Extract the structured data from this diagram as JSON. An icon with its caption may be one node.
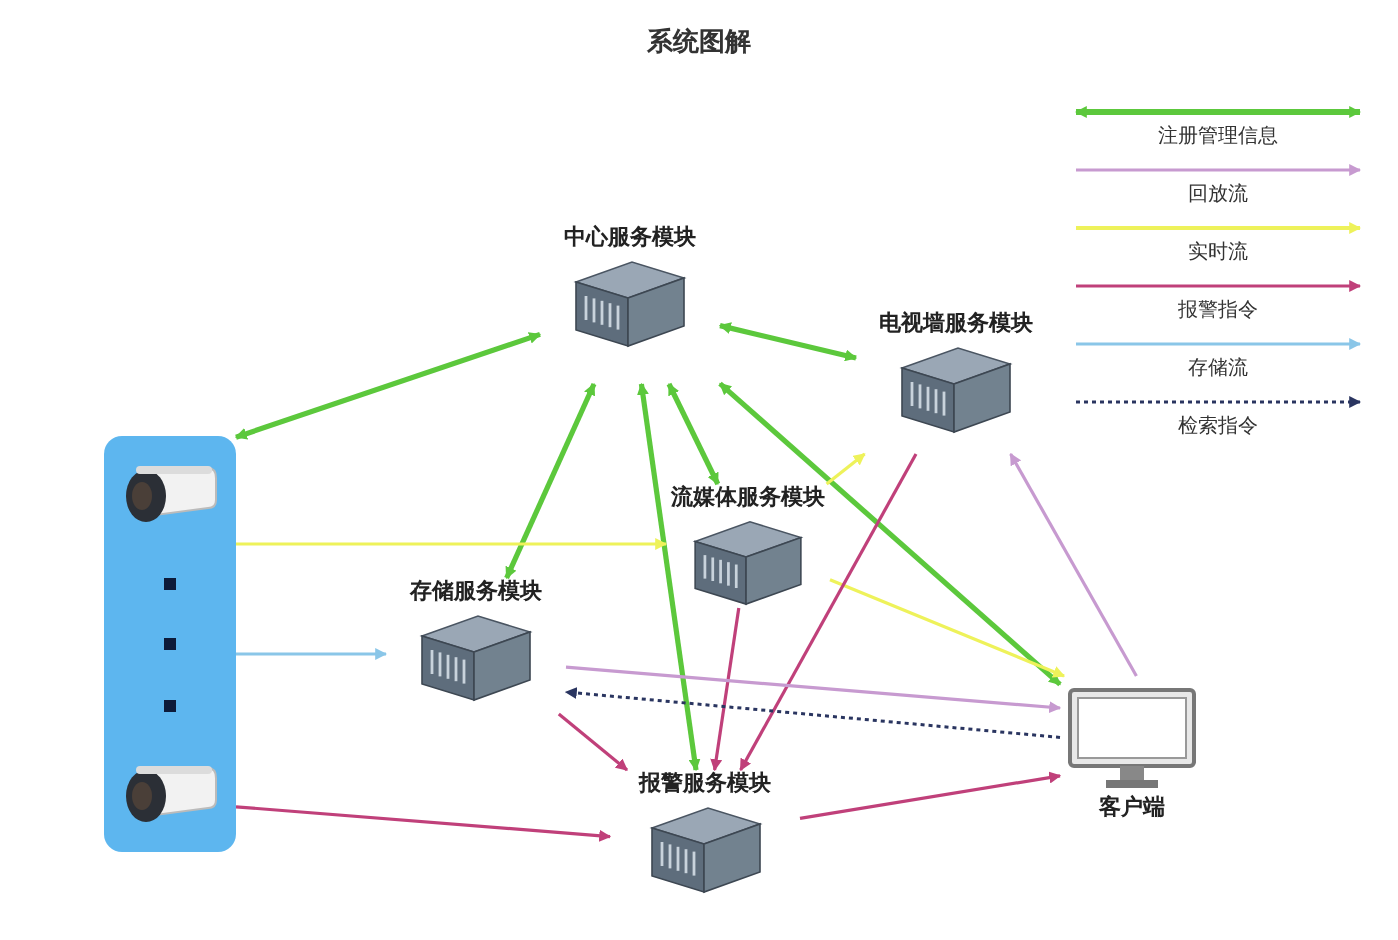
{
  "diagram": {
    "title": "系统图解",
    "nodes": [
      {
        "text": [],
        "shape": "box"
      },
      {
        "text": [
          "中心服务模块"
        ]
      },
      {
        "text": [
          "电视墙服务模块"
        ]
      },
      {
        "text": [
          "流媒体服务模块"
        ]
      },
      {
        "text": [
          "存储服务模块"
        ]
      },
      {
        "text": [
          "报警服务模块"
        ]
      },
      {
        "text": [
          "客户端"
        ]
      }
    ],
    "edges": [
      {
        "from": 0,
        "to": 1,
        "arrow": "both"
      },
      {
        "from": 1,
        "to": 4,
        "arrow": "both"
      },
      {
        "from": 1,
        "to": 5,
        "arrow": "both"
      },
      {
        "from": 1,
        "to": 3,
        "arrow": "both"
      },
      {
        "from": 1,
        "to": 2,
        "arrow": "both"
      },
      {
        "from": 1,
        "to": 6,
        "arrow": "both"
      },
      {
        "from": 0,
        "to": 3,
        "arrow": "to",
        "color": "#eef25a"
      },
      {
        "from": 3,
        "to": 2,
        "arrow": "to",
        "color": "#eef25a"
      },
      {
        "from": 3,
        "to": 6,
        "arrow": "to",
        "color": "#eef25a"
      },
      {
        "from": 0,
        "to": 4,
        "arrow": "to",
        "color": "#8ac6e8"
      },
      {
        "from": 0,
        "to": 5,
        "arrow": "to",
        "color": "#c0407a"
      },
      {
        "from": 4,
        "to": 5,
        "arrow": "to",
        "color": "#c0407a"
      },
      {
        "from": 5,
        "to": 6,
        "arrow": "to",
        "color": "#c0407a"
      },
      {
        "from": 3,
        "to": 5,
        "arrow": "to",
        "color": "#c0407a"
      },
      {
        "from": 2,
        "to": 5,
        "arrow": "to",
        "color": "#c0407a"
      },
      {
        "from": 4,
        "to": 6,
        "arrow": "to",
        "color": "#c79ad0"
      },
      {
        "from": 6,
        "to": 2,
        "arrow": "to",
        "color": "#c79ad0"
      },
      {
        "from": 6,
        "to": 4,
        "arrow": "to",
        "style": "dashed",
        "color": "#2a3560"
      }
    ],
    "legend": [
      {
        "text": "注册管理信息"
      },
      {
        "text": "回放流"
      },
      {
        "text": "实时流"
      },
      {
        "text": "报警指令"
      },
      {
        "text": "存储流"
      },
      {
        "text": "检索指令"
      }
    ]
  }
}
